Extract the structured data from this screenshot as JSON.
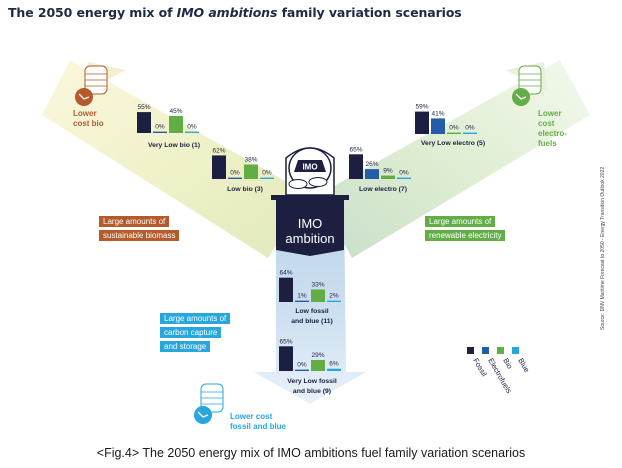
{
  "title": {
    "prefix": "The 2050 energy mix of ",
    "emph": "IMO ambitions",
    "suffix": " family variation scenarios"
  },
  "caption": "<Fig.4> The 2050 energy mix of IMO ambitions fuel family variation scenarios",
  "source_note": "Source: DNV Maritime Forecast to 2050 - Energy Transition Outlook 2022",
  "center": {
    "line1": "IMO",
    "line2": "ambition",
    "logo_text": "IMO"
  },
  "corners": {
    "bio": {
      "line1": "Lower",
      "line2": "cost bio"
    },
    "electro": {
      "line1": "Lower",
      "line2": "cost",
      "line3": "electro-",
      "line4": "fuels"
    },
    "fossil": {
      "line1": "Lower cost",
      "line2": "fossil and blue"
    }
  },
  "boxes": {
    "biomass": {
      "line1": "Large amounts of",
      "line2": "sustainable biomass"
    },
    "renewable": {
      "line1": "Large amounts of",
      "line2": "renewable electricity"
    },
    "carbon": {
      "line1": "Large amounts of",
      "line2": "carbon capture",
      "line3": "and storage"
    }
  },
  "colors": {
    "fossil": "#1c1f3f",
    "electrofuels": "#245ca8",
    "bio": "#63ad47",
    "blue": "#27a7de",
    "bio_accent": "#b45a2b",
    "electro_accent": "#63ad47",
    "fossil_accent": "#27a7de"
  },
  "chart_data": {
    "type": "bar",
    "categories": [
      "Fossil",
      "Electrofuels",
      "Bio",
      "Blue"
    ],
    "series": [
      {
        "name": "Very Low bio (1)",
        "values": [
          55,
          0,
          45,
          0
        ]
      },
      {
        "name": "Low bio (3)",
        "values": [
          62,
          0,
          38,
          0
        ]
      },
      {
        "name": "Very Low electro (5)",
        "values": [
          59,
          41,
          0,
          0
        ]
      },
      {
        "name": "Low electro (7)",
        "values": [
          65,
          26,
          9,
          0
        ]
      },
      {
        "name": "Low fossil and blue (11)",
        "values": [
          64,
          1,
          33,
          2
        ]
      },
      {
        "name": "Very Low fossil and blue (9)",
        "values": [
          65,
          0,
          29,
          6
        ]
      }
    ],
    "unit": "%",
    "legend_placement": "right"
  }
}
